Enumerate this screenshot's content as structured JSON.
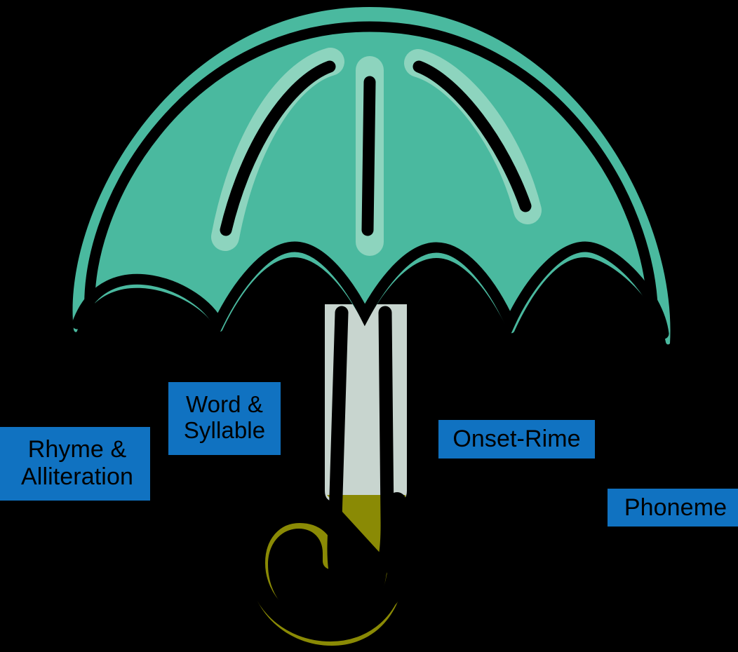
{
  "diagram": {
    "title": "Phonological Awareness Umbrella",
    "background_color": "#000000",
    "umbrella": {
      "canopy_color": "#4ab99f",
      "canopy_highlight_color": "#8dd4be",
      "outline_color": "#000000",
      "pole_color": "#c8d5cf",
      "handle_color": "#8a8a05",
      "parts": [
        {
          "name": "canopy",
          "label": "umbrella canopy"
        },
        {
          "name": "pole",
          "label": "umbrella pole"
        },
        {
          "name": "handle",
          "label": "umbrella handle"
        }
      ]
    },
    "labels": [
      {
        "id": "rhyme",
        "name": "label-rhyme-alliteration",
        "lines": [
          "Rhyme &",
          "Alliteration"
        ],
        "text": "Rhyme & Alliteration",
        "box_color": "#1072c1",
        "text_color": "#000000"
      },
      {
        "id": "word",
        "name": "label-word-syllable",
        "lines": [
          "Word &",
          "Syllable"
        ],
        "text": "Word & Syllable",
        "box_color": "#1072c1",
        "text_color": "#000000"
      },
      {
        "id": "onset",
        "name": "label-onset-rime",
        "lines": [
          "Onset-Rime"
        ],
        "text": "Onset-Rime",
        "box_color": "#1072c1",
        "text_color": "#000000"
      },
      {
        "id": "phoneme",
        "name": "label-phoneme",
        "lines": [
          "Phoneme"
        ],
        "text": "Phoneme",
        "box_color": "#1072c1",
        "text_color": "#000000"
      }
    ]
  }
}
